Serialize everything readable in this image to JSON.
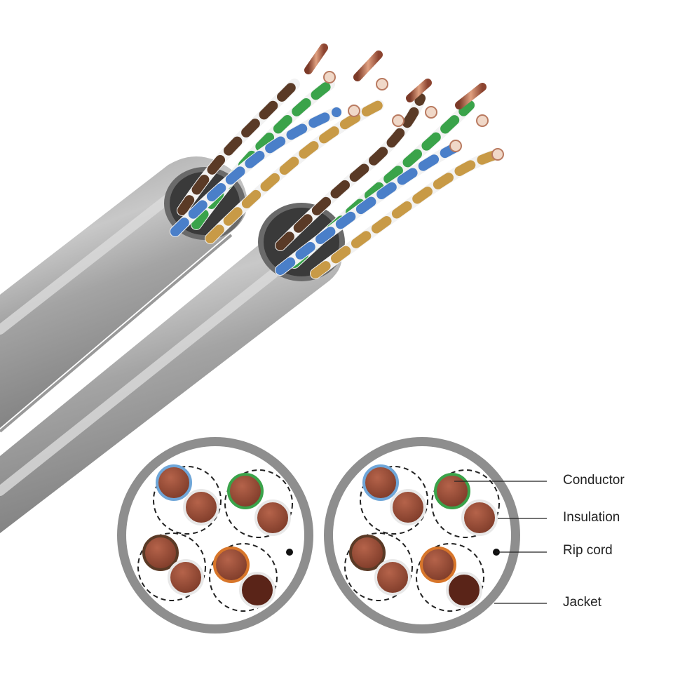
{
  "legend": {
    "conductor": "Conductor",
    "insulation": "Insulation",
    "rip_cord": "Rip cord",
    "jacket": "Jacket"
  },
  "colors": {
    "jacket": "#8a8a8a",
    "jacket_light": "#b9b9b9",
    "jacket_dark": "#6f6f6f",
    "copper": "#9c4a34",
    "copper_light": "#d08a6a",
    "blue": "#4a7fc9",
    "green": "#3aa34a",
    "brown": "#5a3a26",
    "orange": "#d8762a",
    "white": "#f2f2f2",
    "tan": "#c89a46",
    "line": "#222222"
  }
}
